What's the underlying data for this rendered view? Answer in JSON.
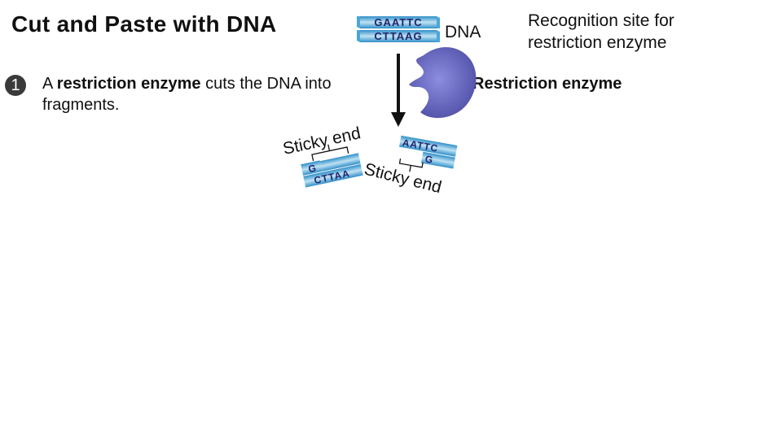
{
  "title": "Cut and Paste with DNA",
  "step": {
    "number": "1",
    "text_prefix": "A ",
    "text_bold": "restriction enzyme",
    "text_suffix": " cuts the DNA into fragments."
  },
  "dna": {
    "label": "DNA",
    "top_strand": "GAATTC",
    "bottom_strand": "CTTAAG"
  },
  "recognition_site_label": "Recognition site for restriction enzyme",
  "enzyme_label": "Restriction enzyme",
  "fragments": {
    "left": {
      "top": "G",
      "bottom": "CTTAA"
    },
    "right": {
      "top": "AATTC",
      "bottom": "G"
    }
  },
  "sticky_end_label": "Sticky end",
  "colors": {
    "dna_blue": "#4aa7d8",
    "dna_light": "#bfe2f4",
    "enzyme_purple": "#6f6fc0",
    "text_navy": "#23236b"
  }
}
